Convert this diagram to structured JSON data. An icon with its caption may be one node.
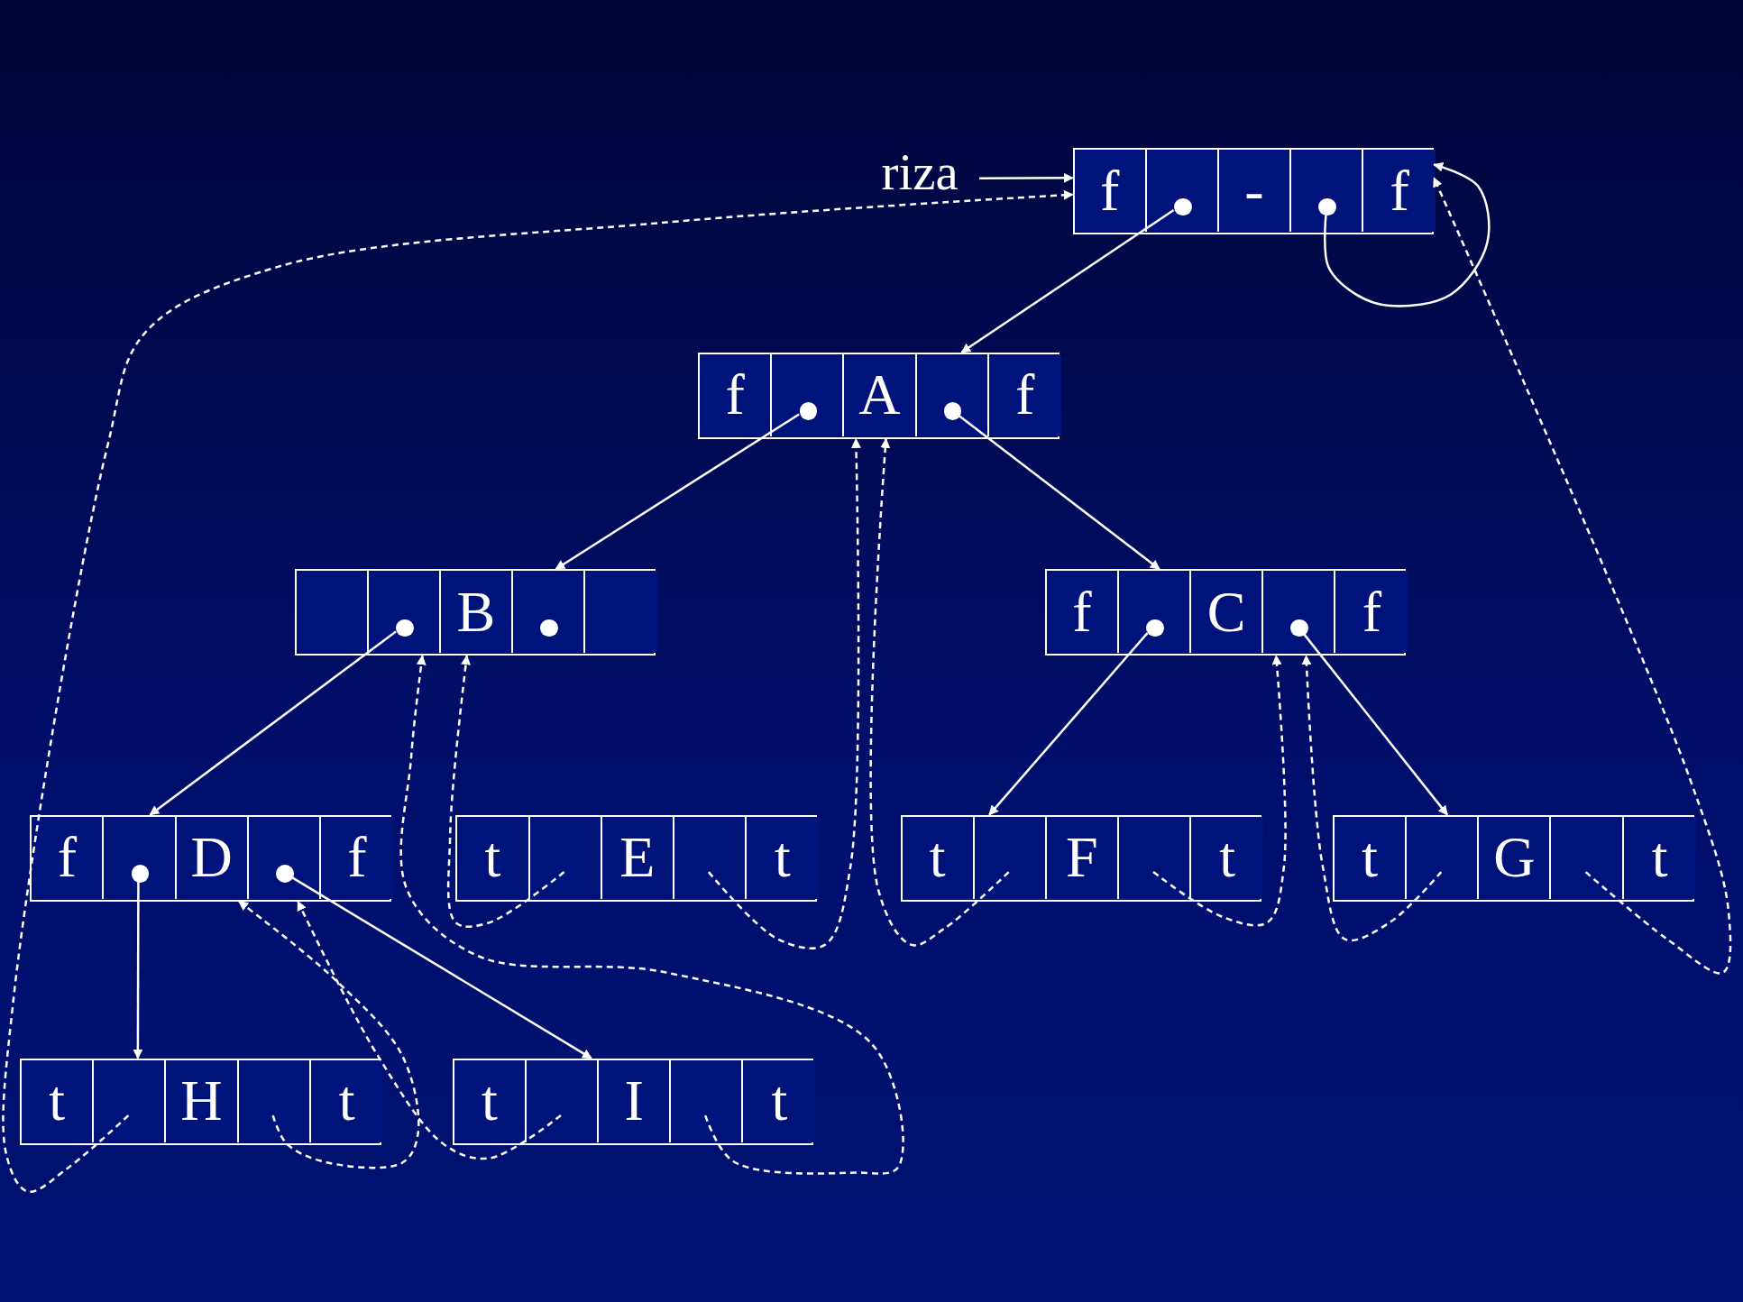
{
  "diagram": {
    "nodes": [
      {
        "text": [
          "riza"
        ]
      },
      {
        "text": [],
        "shape": "box"
      },
      {
        "text": [
          "f"
        ],
        "in": 1
      },
      {
        "text": [],
        "shape": "box",
        "in": 1
      },
      {
        "text": [],
        "shape": "circle",
        "in": 3
      },
      {
        "text": [
          "-"
        ],
        "in": 1
      },
      {
        "text": [],
        "shape": "box",
        "in": 1
      },
      {
        "text": [],
        "shape": "circle",
        "in": 6
      },
      {
        "text": [
          "f"
        ],
        "in": 1
      },
      {
        "text": [],
        "shape": "box"
      },
      {
        "text": [
          "f"
        ],
        "in": 9
      },
      {
        "text": [],
        "shape": "box",
        "in": 9
      },
      {
        "text": [],
        "shape": "circle",
        "in": 11
      },
      {
        "text": [
          "A"
        ],
        "in": 9
      },
      {
        "text": [],
        "shape": "box",
        "in": 9
      },
      {
        "text": [],
        "shape": "circle",
        "in": 14
      },
      {
        "text": [
          "f"
        ],
        "in": 9
      },
      {
        "text": [],
        "shape": "box"
      },
      {
        "text": [],
        "shape": "box",
        "in": 17
      },
      {
        "text": [],
        "shape": "box",
        "in": 17
      },
      {
        "text": [],
        "shape": "circle",
        "in": 19
      },
      {
        "text": [
          "B"
        ],
        "in": 17
      },
      {
        "text": [],
        "shape": "box",
        "in": 17
      },
      {
        "text": [],
        "shape": "circle",
        "in": 22
      },
      {
        "text": [],
        "shape": "box",
        "in": 17
      },
      {
        "text": [],
        "shape": "box"
      },
      {
        "text": [
          "f"
        ],
        "in": 25
      },
      {
        "text": [],
        "shape": "box",
        "in": 25
      },
      {
        "text": [],
        "shape": "circle",
        "in": 27
      },
      {
        "text": [
          "C"
        ],
        "in": 25
      },
      {
        "text": [],
        "shape": "box",
        "in": 25
      },
      {
        "text": [],
        "shape": "circle",
        "in": 30
      },
      {
        "text": [
          "f"
        ],
        "in": 25
      },
      {
        "text": [],
        "shape": "box"
      },
      {
        "text": [
          "f"
        ],
        "in": 33
      },
      {
        "text": [],
        "shape": "box",
        "in": 33
      },
      {
        "text": [],
        "shape": "circle",
        "in": 35
      },
      {
        "text": [
          "D"
        ],
        "in": 33
      },
      {
        "text": [],
        "shape": "box",
        "in": 33
      },
      {
        "text": [],
        "shape": "circle",
        "in": 38
      },
      {
        "text": [
          "f"
        ],
        "in": 33
      },
      {
        "text": [],
        "shape": "box"
      },
      {
        "text": [
          "t"
        ],
        "in": 41
      },
      {
        "text": [],
        "shape": "box",
        "in": 41
      },
      {
        "text": [
          "E"
        ],
        "in": 41
      },
      {
        "text": [],
        "shape": "box",
        "in": 41
      },
      {
        "text": [
          "t"
        ],
        "in": 41
      },
      {
        "text": [],
        "shape": "box"
      },
      {
        "text": [
          "t"
        ],
        "in": 47
      },
      {
        "text": [],
        "shape": "box",
        "in": 47
      },
      {
        "text": [
          "F"
        ],
        "in": 47
      },
      {
        "text": [],
        "shape": "box",
        "in": 47
      },
      {
        "text": [
          "t"
        ],
        "in": 47
      },
      {
        "text": [],
        "shape": "box"
      },
      {
        "text": [
          "t"
        ],
        "in": 53
      },
      {
        "text": [],
        "shape": "box",
        "in": 53
      },
      {
        "text": [
          "G"
        ],
        "in": 53
      },
      {
        "text": [],
        "shape": "box",
        "in": 53
      },
      {
        "text": [
          "t"
        ],
        "in": 53
      },
      {
        "text": [],
        "shape": "box"
      },
      {
        "text": [
          "t"
        ],
        "in": 59
      },
      {
        "text": [],
        "shape": "box",
        "in": 59
      },
      {
        "text": [
          "H"
        ],
        "in": 59
      },
      {
        "text": [],
        "shape": "box",
        "in": 59
      },
      {
        "text": [
          "t"
        ],
        "in": 59
      },
      {
        "text": [],
        "shape": "box"
      },
      {
        "text": [
          "t"
        ],
        "in": 65
      },
      {
        "text": [],
        "shape": "box",
        "in": 65
      },
      {
        "text": [
          "I"
        ],
        "in": 65
      },
      {
        "text": [],
        "shape": "box",
        "in": 65
      },
      {
        "text": [
          "t"
        ],
        "in": 65
      }
    ],
    "edges": [
      {
        "from": 0,
        "to": 1,
        "arrow": "to"
      },
      {
        "from": 4,
        "to": 9,
        "arrow": "to"
      },
      {
        "from": 7,
        "to": 1,
        "arrow": "to"
      },
      {
        "from": 12,
        "to": 17,
        "arrow": "to"
      },
      {
        "from": 15,
        "to": 25,
        "arrow": "to"
      },
      {
        "from": 20,
        "to": 33,
        "arrow": "to"
      },
      {
        "from": 28,
        "to": 47,
        "arrow": "to"
      },
      {
        "from": 31,
        "to": 53,
        "arrow": "to"
      },
      {
        "from": 36,
        "to": 59,
        "arrow": "to"
      },
      {
        "from": 39,
        "to": 65,
        "arrow": "to"
      },
      {
        "from": 61,
        "to": 1,
        "arrow": "to",
        "style": "dashed"
      },
      {
        "from": 63,
        "to": 33,
        "arrow": "to",
        "style": "dashed"
      },
      {
        "from": 67,
        "to": 33,
        "arrow": "to",
        "style": "dashed"
      },
      {
        "from": 69,
        "to": 17,
        "arrow": "to",
        "style": "dashed"
      },
      {
        "from": 43,
        "to": 17,
        "arrow": "to",
        "style": "dashed"
      },
      {
        "from": 45,
        "to": 9,
        "arrow": "to",
        "style": "dashed"
      },
      {
        "from": 49,
        "to": 9,
        "arrow": "to",
        "style": "dashed"
      },
      {
        "from": 51,
        "to": 25,
        "arrow": "to",
        "style": "dashed"
      },
      {
        "from": 55,
        "to": 25,
        "arrow": "to",
        "style": "dashed"
      },
      {
        "from": 57,
        "to": 1,
        "arrow": "to",
        "style": "dashed"
      }
    ]
  }
}
